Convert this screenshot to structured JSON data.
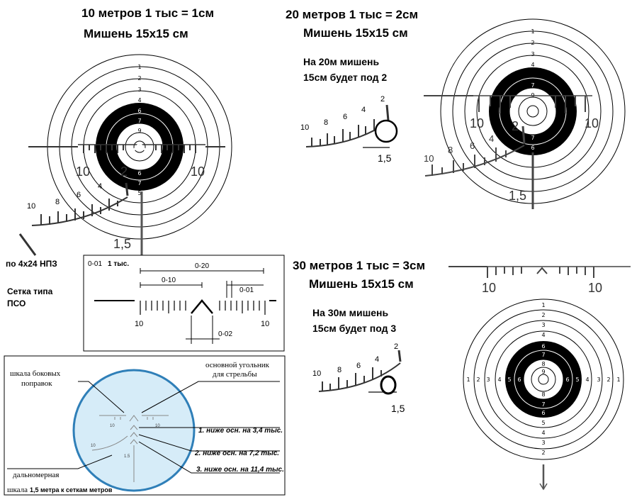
{
  "titles": {
    "t10_line1": "10 метров  1 тыс = 1см",
    "t10_line2": "Мишень 15х15 см",
    "t20_line1": "20 метров  1 тыс = 2см",
    "t20_line2": "Мишень 15х15 см",
    "t30_line1": "30 метров  1 тыс = 3см",
    "t30_line2": "Мишень 15х15 см"
  },
  "notes": {
    "n20_line1": "На 20м мишень",
    "n20_line2": "15см будет под 2",
    "n30_line1": "На 30м мишень",
    "n30_line2": "15см будет под 3",
    "scope_line1": "по 4х24 НПЗ",
    "grid_line1": "Сетка типа",
    "grid_line2": "ПСО"
  },
  "reticle": {
    "side_ten": "10",
    "rangefinder_10": "10",
    "rangefinder_8": "8",
    "rangefinder_6": "6",
    "rangefinder_4": "4",
    "rangefinder_2": "2",
    "rangefinder_15": "1,5"
  },
  "target_rings": [
    "1",
    "2",
    "3",
    "4",
    "5",
    "6",
    "7",
    "8",
    "9"
  ],
  "inset_scale": {
    "label_0_01": "0-01",
    "label_1k": "1 тыс.",
    "label_0_20": "0-20",
    "label_0_10": "0-10",
    "label_0_01b": "0-01",
    "label_0_02": "0-02",
    "left_10": "10",
    "right_10": "10"
  },
  "inset_scope": {
    "side_corrections_line1": "шкала боковых",
    "side_corrections_line2": "поправок",
    "main_chevron_line1": "основной угольник",
    "main_chevron_line2": "для стрельбы",
    "below_1": "1. ниже осн. на 3,4 тыс.",
    "below_2": "2. ниже осн. на 7,2 тыс.",
    "below_3": "3. ниже осн. на 11,4 тыс.",
    "rangefinder_label": "дальномерная",
    "scale_prefix": "шкала",
    "scale_bold": "1,5 метра к сеткам метров",
    "mini_10_left": "10",
    "mini_10_right": "10",
    "mini_15": "1.5"
  },
  "colors": {
    "black": "#000000",
    "scope_fill": "#d6ecf8",
    "scope_stroke": "#2f7fb8"
  }
}
